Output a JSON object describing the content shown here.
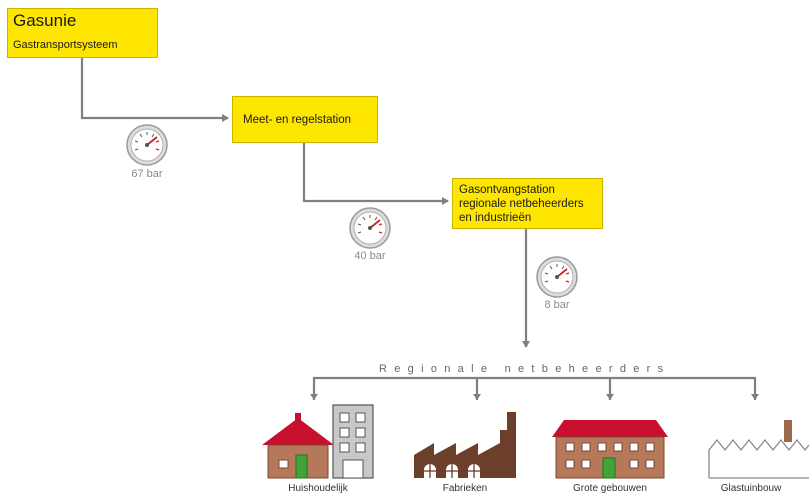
{
  "gasunie": {
    "title": "Gasunie",
    "subtitle": "Gastransportsysteem"
  },
  "stations": {
    "meet": "Meet- en regelstation",
    "ontvang": [
      "Gasontvangstation",
      "regionale netbeheerders",
      "en industrieën"
    ]
  },
  "pressures": [
    "67 bar",
    "40 bar",
    "8 bar"
  ],
  "regional": "Regionale netbeheerders",
  "consumers": [
    "Huishoudelijk",
    "Fabrieken",
    "Grote gebouwen",
    "Glastuinbouw"
  ],
  "colors": {
    "box": "#ffe600",
    "line": "#808080",
    "roof": "#c8102e",
    "brick": "#b5785a",
    "factory": "#6b3f2a"
  }
}
